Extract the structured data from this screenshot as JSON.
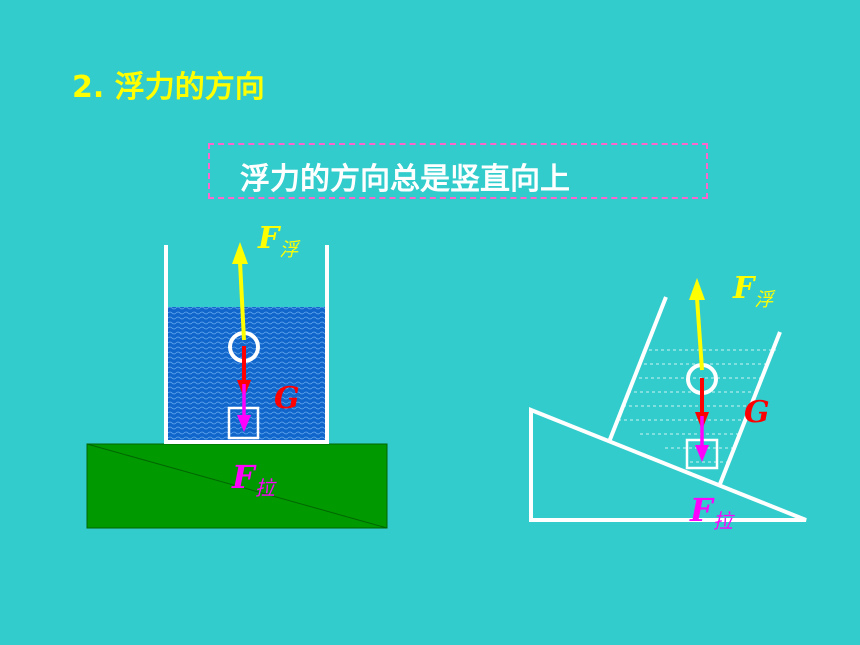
{
  "title": "2. 浮力的方向",
  "statement": "浮力的方向总是竖直向上",
  "colors": {
    "background": "#33CCCC",
    "title": "#FFFF00",
    "statement_text": "#FFFFFF",
    "statement_border": "#FF66CC",
    "water": "#1166CC",
    "ground": "#009900",
    "buoyancy_arrow": "#FFFF00",
    "gravity_arrow": "#FF0000",
    "tension_arrow": "#FF00FF"
  },
  "left_figure": {
    "buoyancy_symbol": "F",
    "buoyancy_subscript": "浮",
    "gravity_symbol": "G",
    "tension_symbol": "F",
    "tension_subscript": "拉"
  },
  "right_figure": {
    "buoyancy_symbol": "F",
    "buoyancy_subscript": "浮",
    "gravity_symbol": "G",
    "tension_symbol": "F",
    "tension_subscript": "拉"
  }
}
